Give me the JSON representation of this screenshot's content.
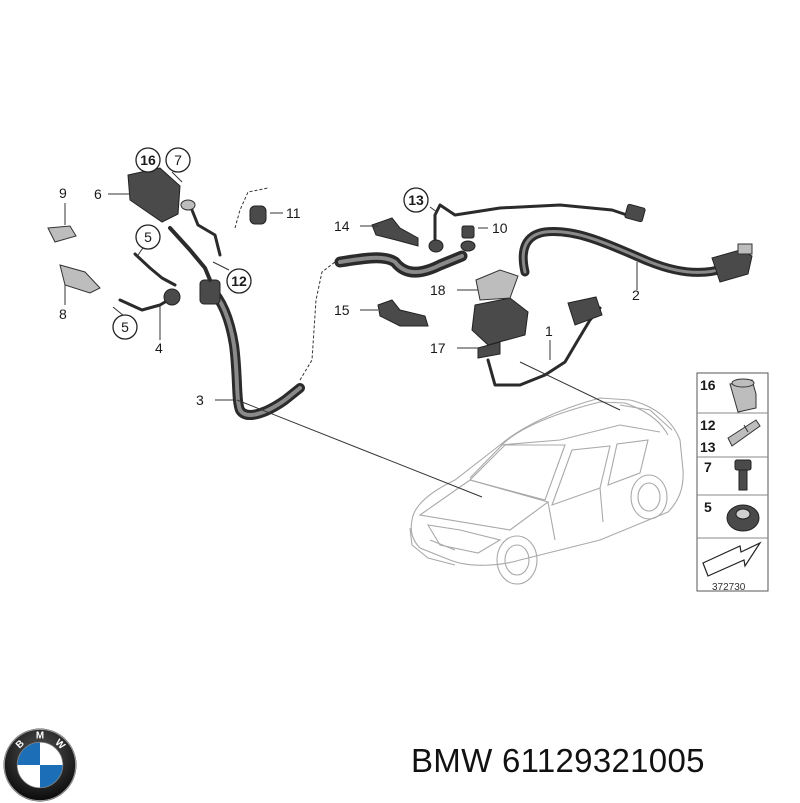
{
  "part_labels": {
    "n1": "1",
    "n2": "2",
    "n3": "3",
    "n4": "4",
    "n5a": "5",
    "n5b": "5",
    "n6": "6",
    "n7": "7",
    "n8": "8",
    "n9": "9",
    "n10": "10",
    "n11": "11",
    "n12": "12",
    "n13": "13",
    "n14": "14",
    "n15": "15",
    "n16": "16",
    "n17": "17",
    "n18": "18"
  },
  "legend": {
    "items": [
      "16",
      "12",
      "13",
      "7",
      "5"
    ],
    "diagram_number": "372730"
  },
  "footer": {
    "brand_logo_text": "BMW",
    "caption": "BMW 61129321005"
  },
  "icons": [
    "bmw-logo-icon",
    "arrow-icon"
  ]
}
